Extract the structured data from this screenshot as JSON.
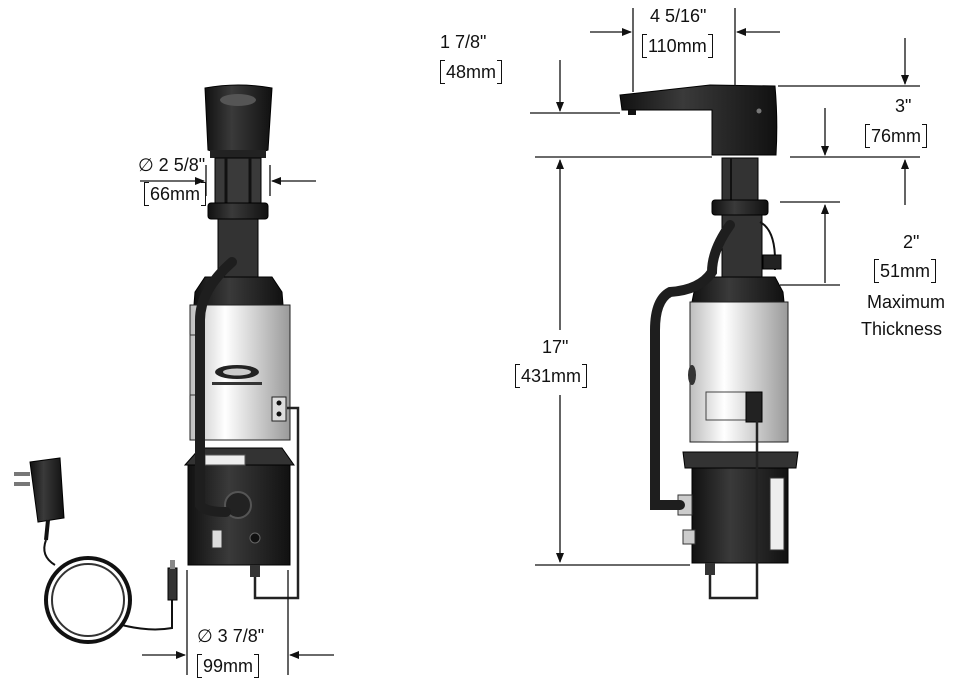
{
  "dimensions": {
    "front_diameter_top": {
      "imperial": "∅ 2 5/8\"",
      "metric": "66mm"
    },
    "front_diameter_bottom": {
      "imperial": "∅ 3 7/8\"",
      "metric": "99mm"
    },
    "side_spout_reach": {
      "imperial": "4 5/16\"",
      "metric": "110mm"
    },
    "side_spout_height": {
      "imperial": "1 7/8\"",
      "metric": "48mm"
    },
    "side_head_height": {
      "imperial": "3\"",
      "metric": "76mm"
    },
    "side_total_length": {
      "imperial": "17\"",
      "metric": "431mm"
    },
    "side_max_thickness": {
      "imperial": "2\"",
      "metric": "51mm",
      "note_line1": "Maximum",
      "note_line2": "Thickness"
    }
  },
  "colors": {
    "line": "#111111",
    "body": "#2a2a2a",
    "dark": "#1a1a1a",
    "bottle": "#eeeeee"
  }
}
